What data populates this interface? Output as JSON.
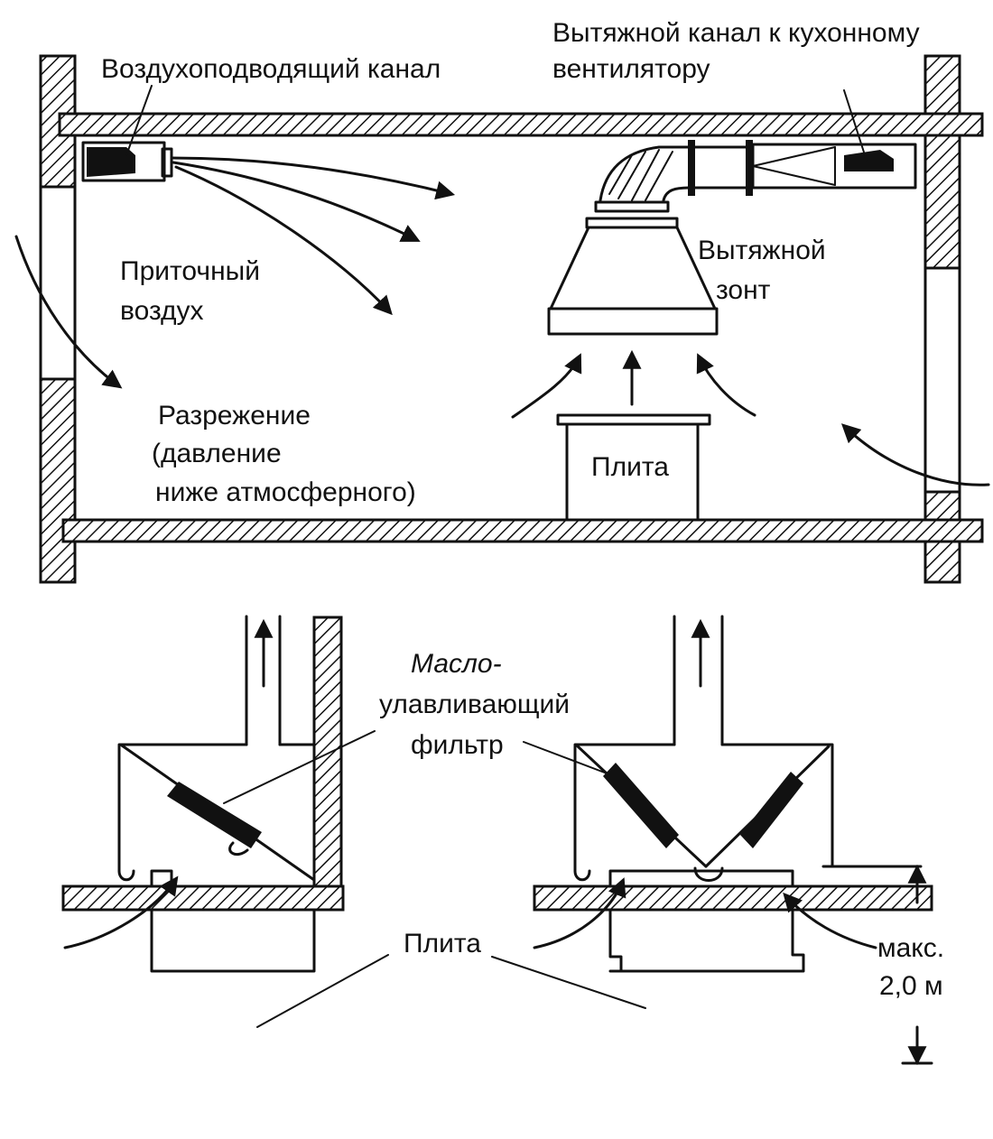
{
  "top": {
    "supply_duct": "Воздухоподводящий канал",
    "exhaust_duct": [
      "Вытяжной канал к кухонному",
      "вентилятору"
    ],
    "supply_air": [
      "Приточный",
      "воздух"
    ],
    "hood": [
      "Вытяжной",
      "зонт"
    ],
    "underpressure": [
      "Разрежение",
      "(давление",
      "ниже атмосферного)"
    ],
    "stove": "Плита"
  },
  "bottom": {
    "filter": [
      "Масло-",
      "улавливающий",
      "фильтр"
    ],
    "stove": "Плита",
    "max_height": [
      "макс.",
      "2,0 м"
    ]
  }
}
